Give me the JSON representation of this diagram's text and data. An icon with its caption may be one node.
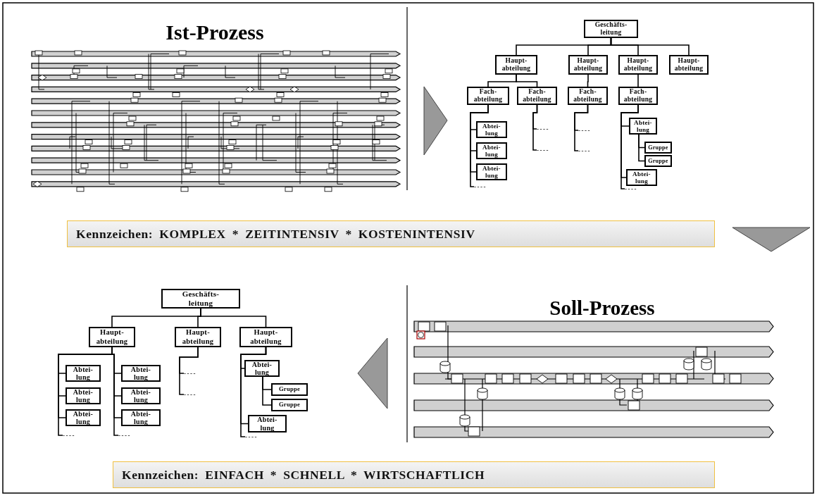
{
  "diagram": {
    "nodes": [
      {
        "text": [
          "Geschäfts- leitung"
        ]
      },
      {
        "text": [
          "Haupt- abteilung"
        ]
      },
      {
        "text": [
          "Haupt- abteilung"
        ]
      },
      {
        "text": [
          "Haupt- abteilung"
        ]
      },
      {
        "text": [
          "Haupt- abteilung"
        ]
      },
      {
        "text": [
          "Fach- abteilung"
        ]
      },
      {
        "text": [
          "Fach- abteilung"
        ]
      },
      {
        "text": [
          "Fach- abteilung"
        ]
      },
      {
        "text": [
          "Fach- abteilung"
        ]
      },
      {
        "text": [
          "Abtei- lung"
        ]
      },
      {
        "text": [
          "Abtei- lung"
        ]
      },
      {
        "text": [
          "Abtei- lung"
        ]
      },
      {
        "text": [
          "Abtei- lung"
        ]
      },
      {
        "text": [
          "Gruppe"
        ]
      },
      {
        "text": [
          "Gruppe"
        ]
      },
      {
        "text": [
          "Abtei- lung"
        ]
      },
      {
        "text": [
          "Kennzeichen: KOMPLEX * ZEITINTENSIV * KOSTENINTENSIV"
        ]
      },
      {
        "text": [
          "Geschäfts- leitung"
        ]
      },
      {
        "text": [
          "Haupt- abteilung"
        ]
      },
      {
        "text": [
          "Haupt- abteilung"
        ]
      },
      {
        "text": [
          "Haupt- abteilung"
        ]
      },
      {
        "text": [
          "Abtei- lung"
        ]
      },
      {
        "text": [
          "Abtei- lung"
        ]
      },
      {
        "text": [
          "Abtei- lung"
        ]
      },
      {
        "text": [
          "Abtei- lung"
        ]
      },
      {
        "text": [
          "Abtei- lung"
        ]
      },
      {
        "text": [
          "Abtei- lung"
        ]
      },
      {
        "text": [
          "Abtei- lung"
        ]
      },
      {
        "text": [
          "Gruppe"
        ]
      },
      {
        "text": [
          "Gruppe"
        ]
      },
      {
        "text": [
          "Abtei- lung"
        ]
      },
      {
        "text": [
          "Kennzeichen: EINFACH * SCHNELL * WIRTSCHAFTLICH"
        ]
      },
      {
        "text": [
          "----"
        ]
      },
      {
        "text": [
          "----"
        ]
      },
      {
        "text": [
          "----"
        ]
      },
      {
        "text": [
          "----"
        ]
      },
      {
        "text": [
          "----"
        ]
      },
      {
        "text": [
          "----"
        ]
      },
      {
        "text": [
          "----"
        ]
      },
      {
        "text": [
          "----"
        ]
      },
      {
        "text": [
          "----"
        ]
      },
      {
        "text": [
          "----"
        ]
      },
      {
        "text": [
          "----"
        ]
      }
    ],
    "edges": [
      {
        "from": 0,
        "to": 1,
        "arrow": "none"
      },
      {
        "from": 0,
        "to": 2,
        "arrow": "none"
      },
      {
        "from": 0,
        "to": 3,
        "arrow": "none"
      },
      {
        "from": 0,
        "to": 4,
        "arrow": "none"
      },
      {
        "from": 1,
        "to": 5,
        "arrow": "none"
      },
      {
        "from": 1,
        "to": 6,
        "arrow": "none"
      },
      {
        "from": 2,
        "to": 7,
        "arrow": "none"
      },
      {
        "from": 3,
        "to": 8,
        "arrow": "none"
      },
      {
        "from": 5,
        "to": 9,
        "arrow": "none"
      },
      {
        "from": 5,
        "to": 10,
        "arrow": "none"
      },
      {
        "from": 5,
        "to": 11,
        "arrow": "none"
      },
      {
        "from": 8,
        "to": 12,
        "arrow": "none"
      },
      {
        "from": 12,
        "to": 13,
        "arrow": "none"
      },
      {
        "from": 12,
        "to": 14,
        "arrow": "none"
      },
      {
        "from": 8,
        "to": 15,
        "arrow": "none"
      },
      {
        "from": 17,
        "to": 18,
        "arrow": "none"
      },
      {
        "from": 17,
        "to": 19,
        "arrow": "none"
      },
      {
        "from": 17,
        "to": 20,
        "arrow": "none"
      },
      {
        "from": 18,
        "to": 21,
        "arrow": "none"
      },
      {
        "from": 18,
        "to": 22,
        "arrow": "none"
      },
      {
        "from": 18,
        "to": 23,
        "arrow": "none"
      },
      {
        "from": 18,
        "to": 24,
        "arrow": "none"
      },
      {
        "from": 18,
        "to": 25,
        "arrow": "none"
      },
      {
        "from": 18,
        "to": 26,
        "arrow": "none"
      },
      {
        "from": 20,
        "to": 27,
        "arrow": "none"
      },
      {
        "from": 27,
        "to": 28,
        "arrow": "none"
      },
      {
        "from": 27,
        "to": 29,
        "arrow": "none"
      },
      {
        "from": 20,
        "to": 30,
        "arrow": "none"
      },
      {
        "from": 5,
        "to": 32,
        "arrow": "none"
      },
      {
        "from": 6,
        "to": 33,
        "arrow": "none"
      },
      {
        "from": 6,
        "to": 34,
        "arrow": "none"
      },
      {
        "from": 7,
        "to": 35,
        "arrow": "none"
      },
      {
        "from": 7,
        "to": 36,
        "arrow": "none"
      },
      {
        "from": 8,
        "to": 37,
        "arrow": "none"
      },
      {
        "from": 18,
        "to": 38,
        "arrow": "none"
      },
      {
        "from": 18,
        "to": 39,
        "arrow": "none"
      },
      {
        "from": 19,
        "to": 40,
        "arrow": "none"
      },
      {
        "from": 19,
        "to": 41,
        "arrow": "none"
      },
      {
        "from": 20,
        "to": 42,
        "arrow": "none"
      }
    ],
    "labels": [
      "Ist-Prozess",
      "Soll-Prozess"
    ]
  }
}
